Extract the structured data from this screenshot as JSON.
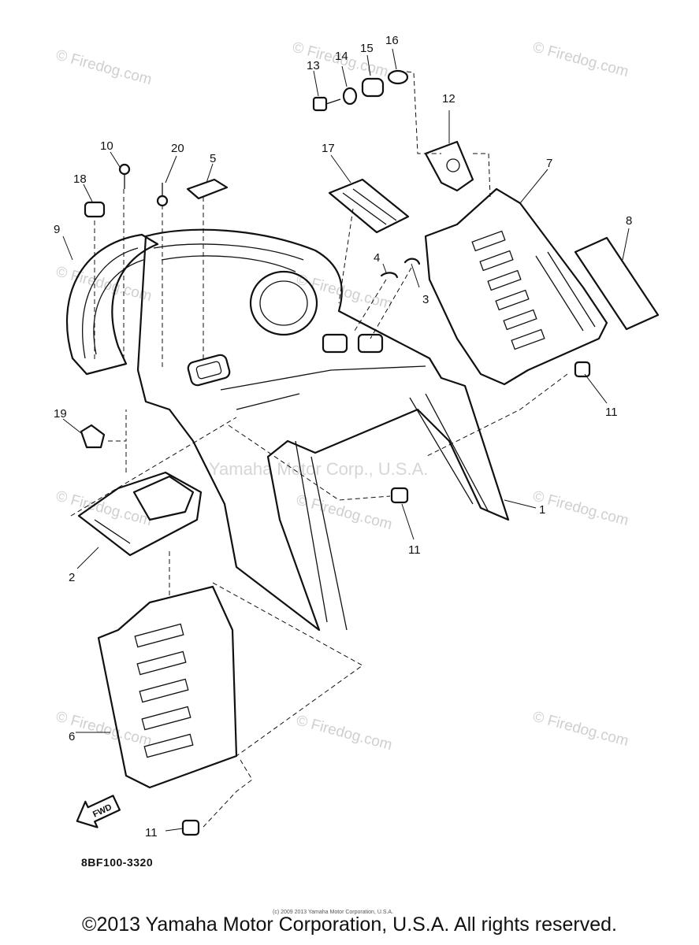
{
  "diagram": {
    "part_labels": {
      "p1": "1",
      "p2": "2",
      "p3": "3",
      "p4": "4",
      "p5": "5",
      "p6": "6",
      "p7": "7",
      "p8": "8",
      "p9": "9",
      "p10": "10",
      "p11a": "11",
      "p11b": "11",
      "p11c": "11",
      "p12": "12",
      "p13": "13",
      "p14": "14",
      "p15": "15",
      "p16": "16",
      "p17": "17",
      "p18": "18",
      "p19": "19",
      "p20": "20"
    },
    "fwd_arrow_label": "FWD",
    "diagram_code": "8BF100-3320",
    "center_watermark": "Yamaha Motor Corp., U.S.A.",
    "watermark": "© Firedog.com",
    "small_copyright": "(c) 2009 2013 Yamaha Motor Corporation, U.S.A."
  },
  "footer": {
    "copyright": "©2013 Yamaha Motor Corporation, U.S.A. All rights reserved."
  }
}
